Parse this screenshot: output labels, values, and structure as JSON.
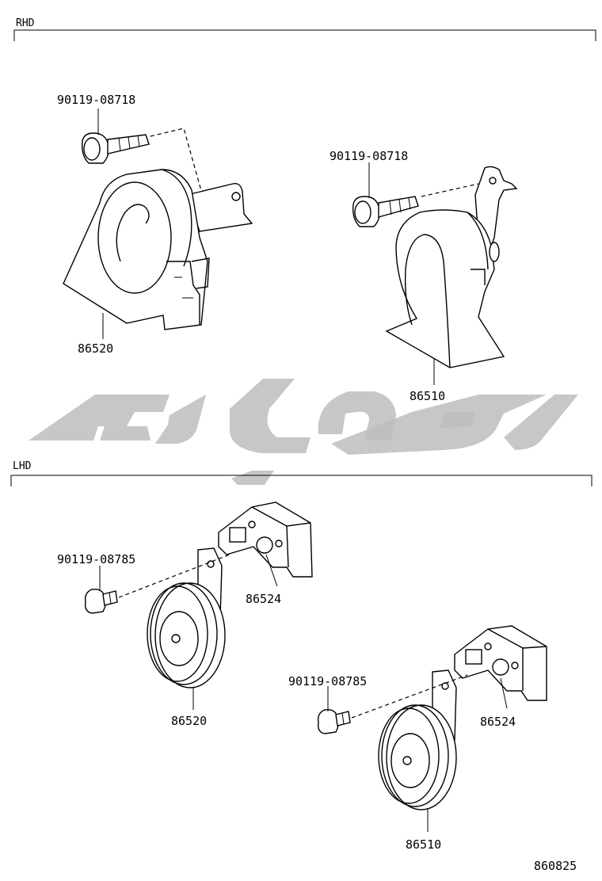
{
  "sections": {
    "rhd": "RHD",
    "lhd": "LHD"
  },
  "parts": {
    "rhd_bolt_left": "90119-08718",
    "rhd_bolt_right": "90119-08718",
    "rhd_horn_left": "86520",
    "rhd_horn_right": "86510",
    "lhd_bolt_left": "90119-08785",
    "lhd_bracket_left": "86524",
    "lhd_horn_left": "86520",
    "lhd_bolt_right": "90119-08785",
    "lhd_bracket_right": "86524",
    "lhd_horn_right": "86510"
  },
  "diagram_id": "860825",
  "watermark_color": "#bdbdbd"
}
